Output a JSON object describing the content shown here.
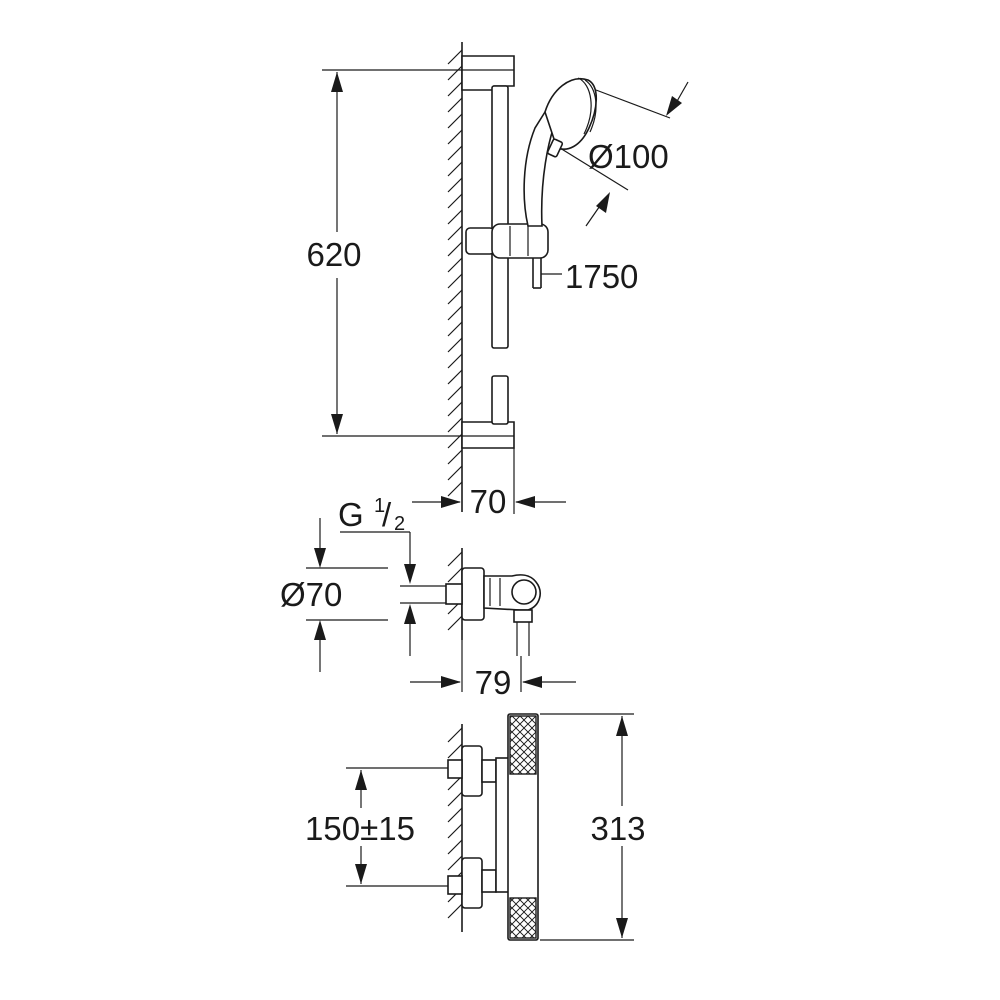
{
  "dimensions": {
    "rail_height": "620",
    "head_diameter": "Ø100",
    "hose_length": "1750",
    "rail_depth": "70",
    "thread": "G",
    "thread_num": "1",
    "thread_den": "2",
    "holder_diameter": "Ø70",
    "holder_depth": "79",
    "inlet_spacing": "150±15",
    "mixer_length": "313"
  }
}
